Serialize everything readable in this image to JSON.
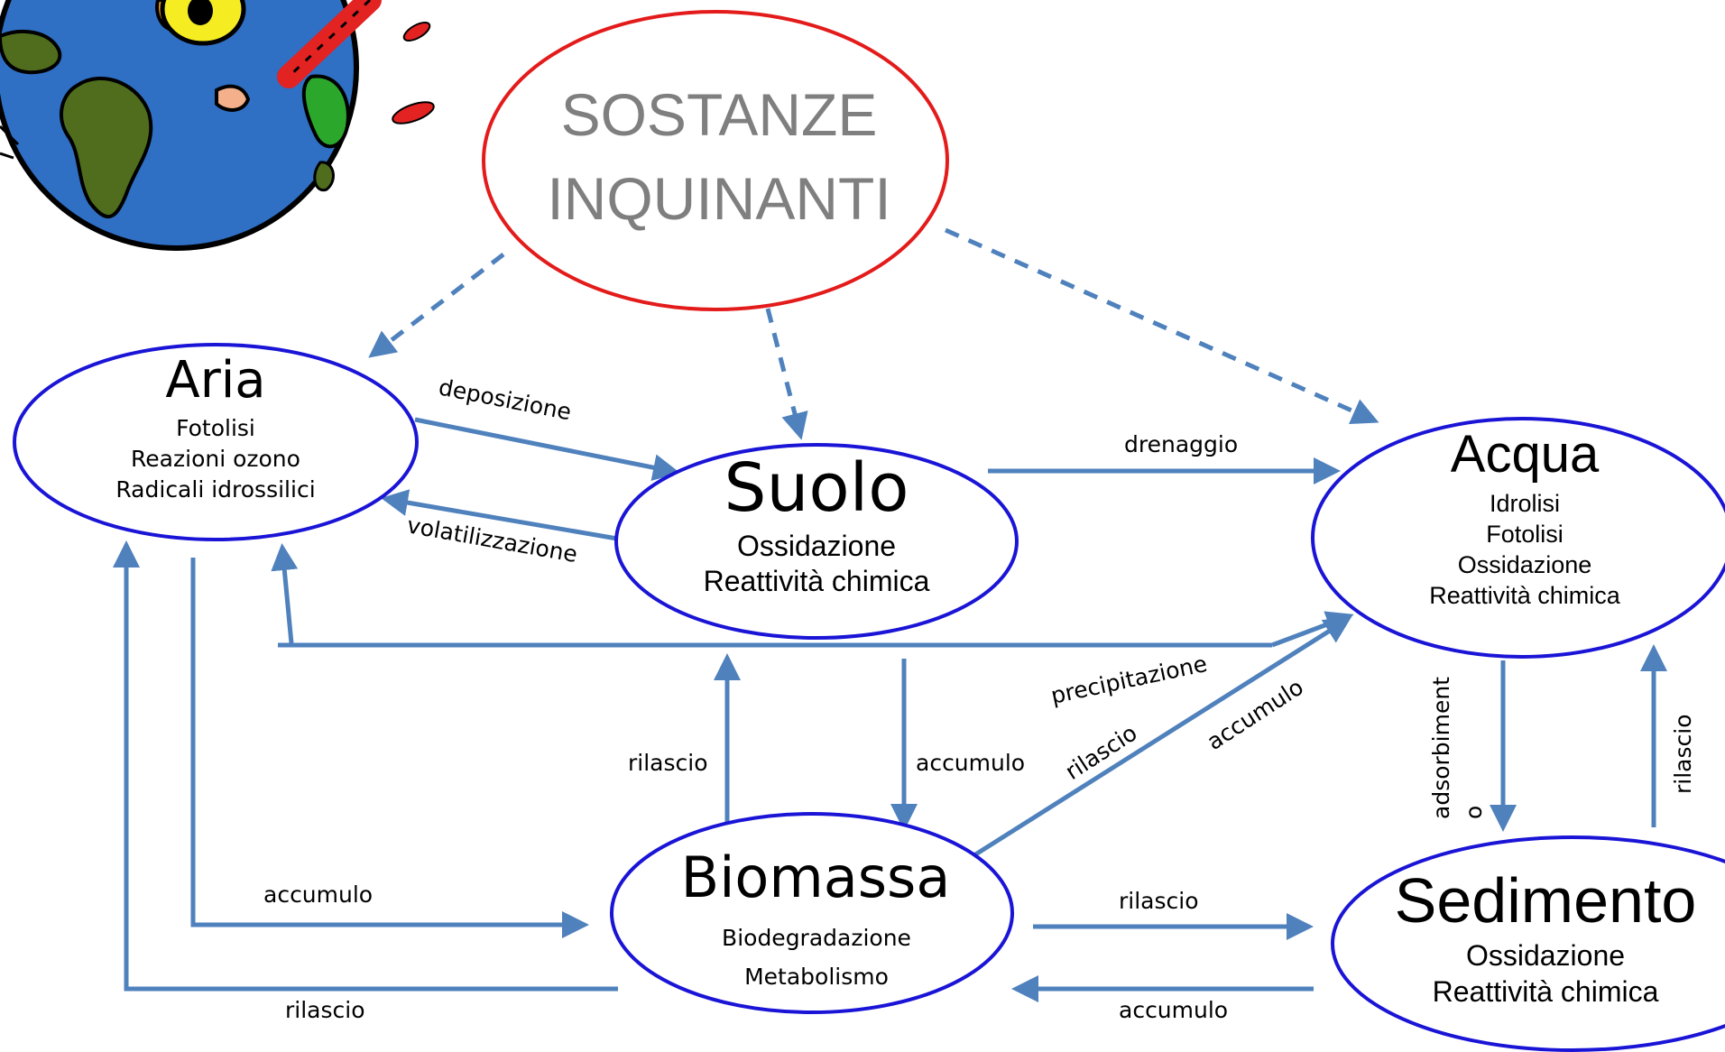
{
  "root": {
    "line1": "SOSTANZE",
    "line2": "INQUINANTI",
    "stroke": "#e31b1b"
  },
  "nodes": {
    "aria": {
      "title": "Aria",
      "items": [
        "Fotolisi",
        "Reazioni ozono",
        "Radicali idrossilici"
      ]
    },
    "suolo": {
      "title": "Suolo",
      "items": [
        "Ossidazione",
        "Reattività chimica"
      ]
    },
    "acqua": {
      "title": "Acqua",
      "items": [
        "Idrolisi",
        "Fotolisi",
        "Ossidazione",
        "Reattività chimica"
      ]
    },
    "biomassa": {
      "title": "Biomassa",
      "items": [
        "Biodegradazione",
        "Metabolismo"
      ]
    },
    "sedimento": {
      "title": "Sedimento",
      "items": [
        "Ossidazione",
        "Reattività chimica"
      ]
    }
  },
  "edge_labels": {
    "deposizione": "deposizione",
    "volatilizzazione": "volatilizzazione",
    "drenaggio": "drenaggio",
    "precipitazione": "precipitazione",
    "rilascio_diag": "rilascio",
    "accumulo_diag": "accumulo",
    "rilascio_bio_suolo": "rilascio",
    "accumulo_suolo_bio": "accumulo",
    "accumulo_aria_bio": "accumulo",
    "rilascio_bio_aria": "rilascio",
    "rilascio_bio_sed": "rilascio",
    "accumulo_sed_bio": "accumulo",
    "adsorbimento_part1": "adsorbiment",
    "adsorbimento_part2": "o",
    "rilascio_sed_acqua": "rilascio"
  },
  "colors": {
    "node_stroke": "#1a14d6",
    "arrow": "#4f81bd",
    "root_text": "#7f7f7f"
  },
  "icons": {
    "corner_illustration": "sick-earth-thermometer-icon"
  }
}
